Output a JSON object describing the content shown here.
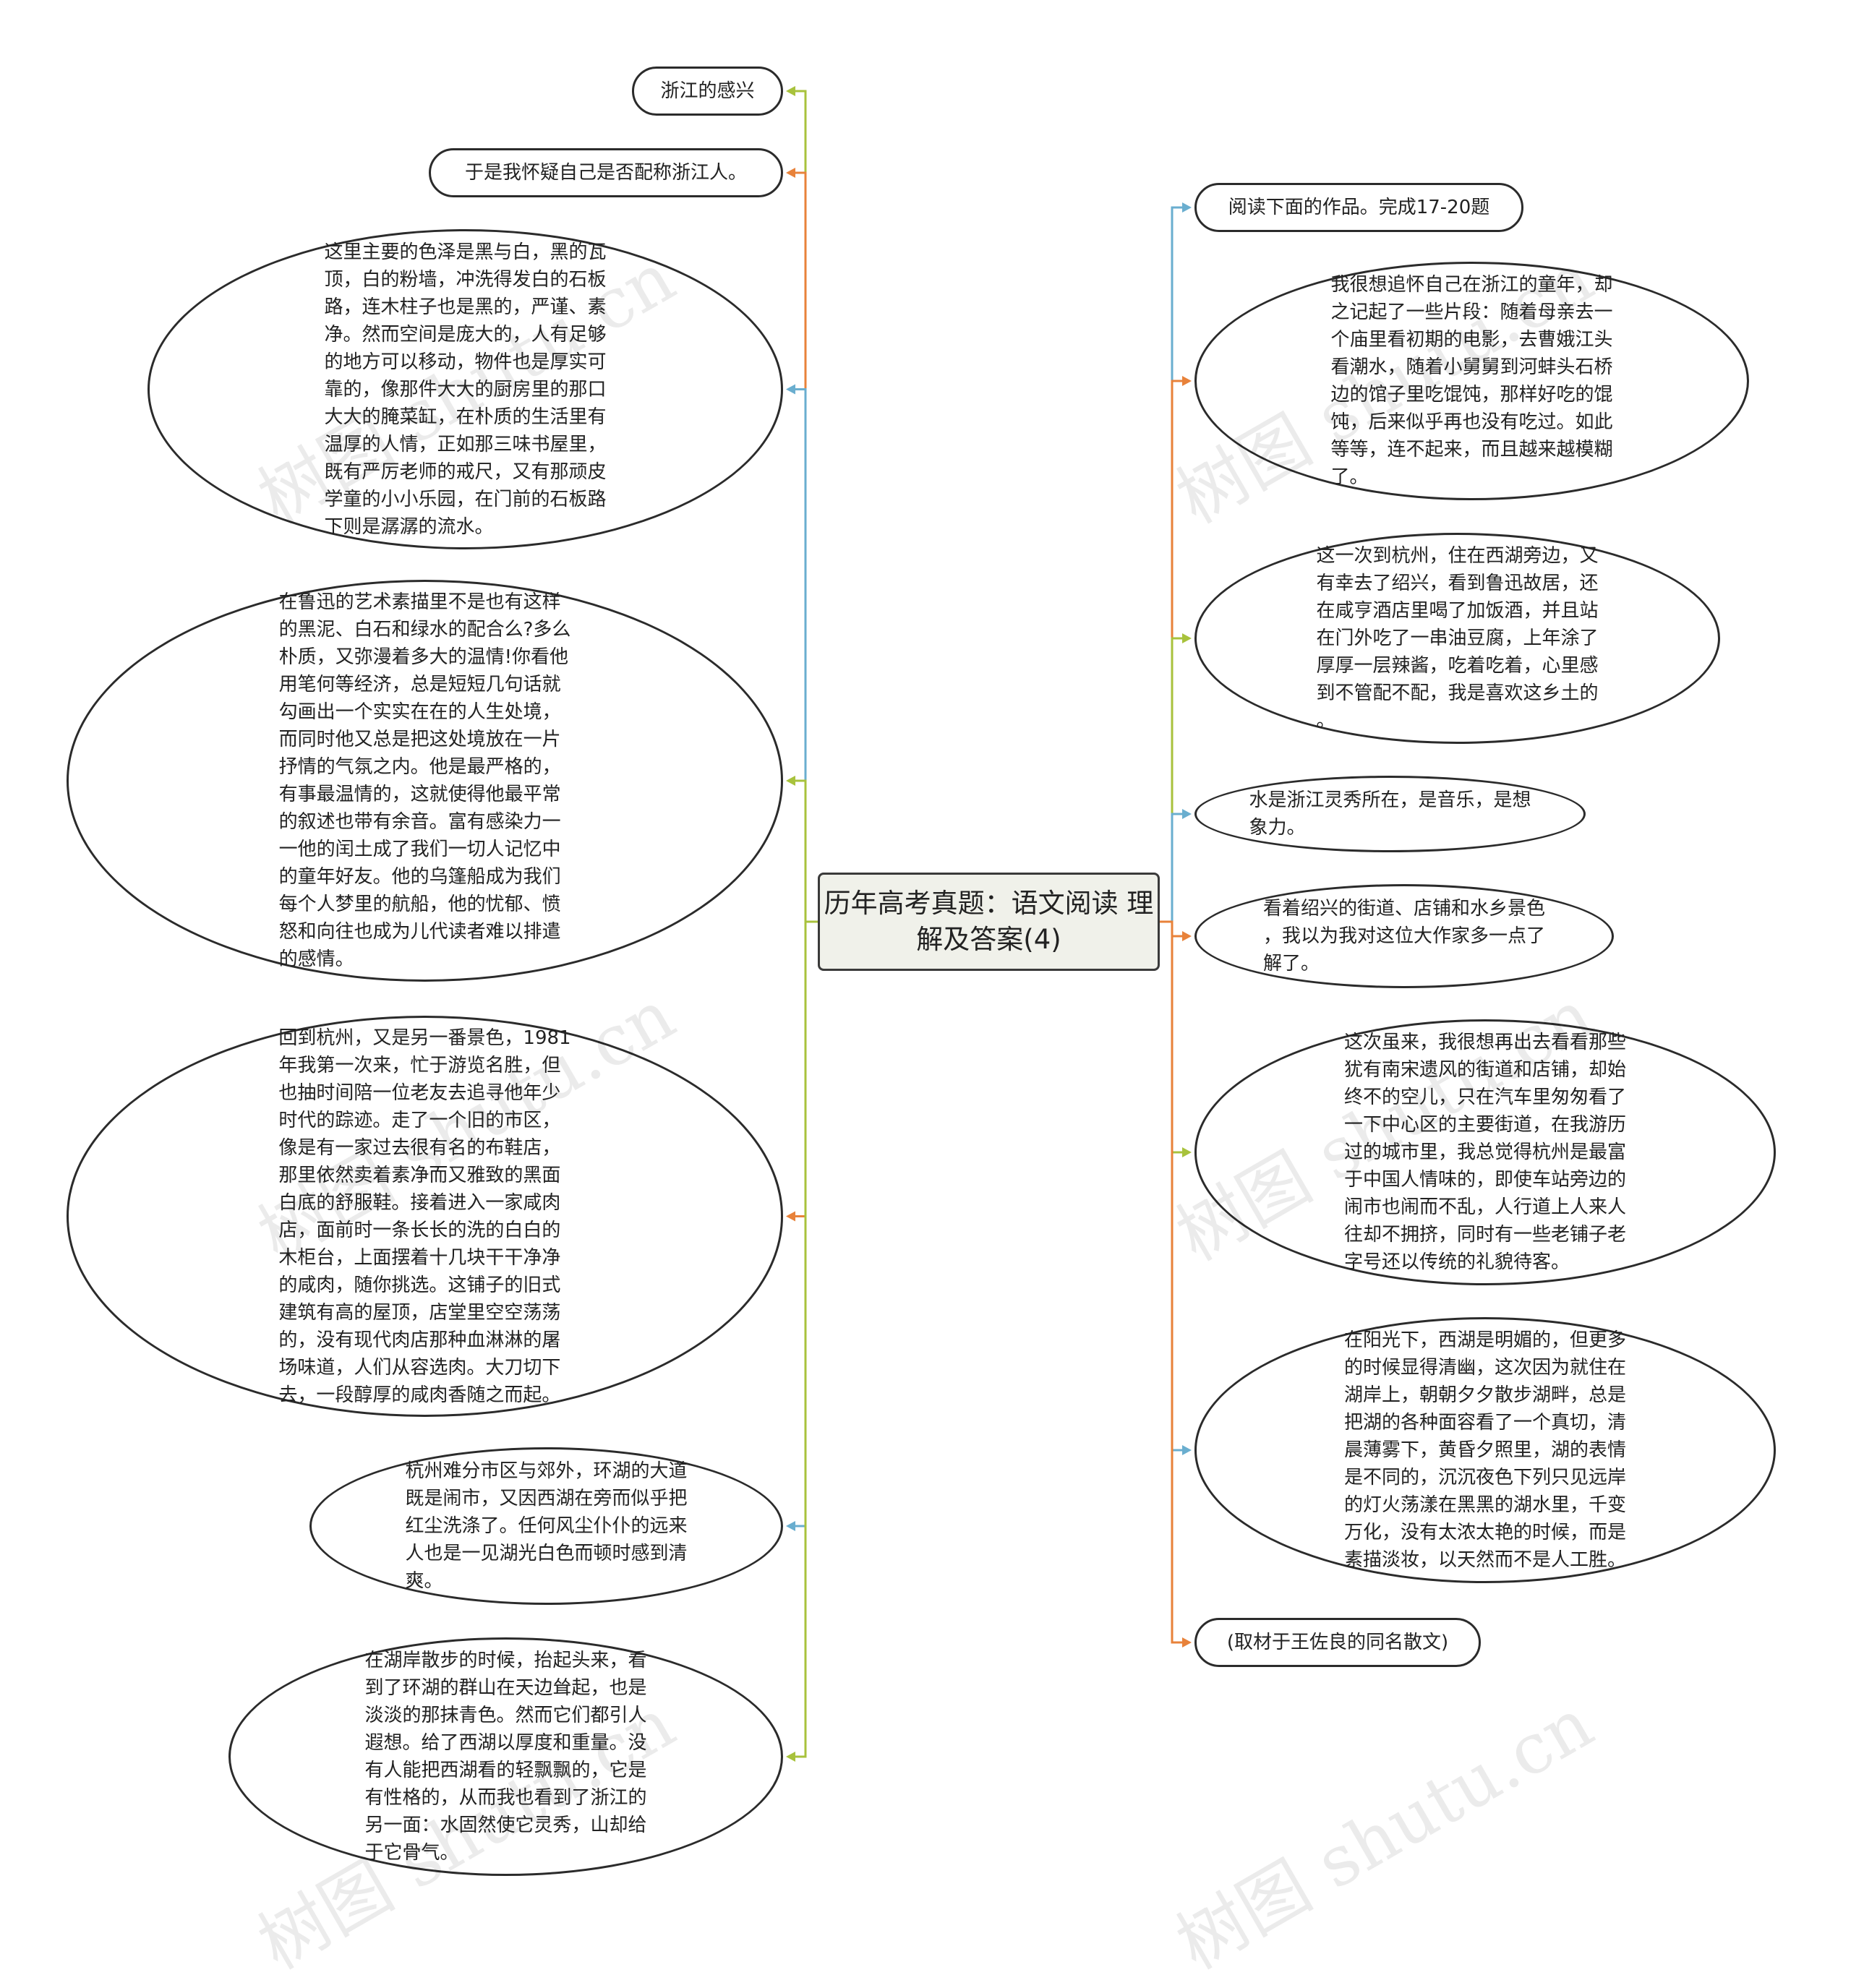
{
  "center": {
    "title": "历年高考真题：语文阅读\n理解及答案(4)"
  },
  "colors": {
    "green": "#a8c23c",
    "orange": "#e8823a",
    "blue": "#6aaecf",
    "center_fill": "#f0f1ea",
    "border": "#2b2b2b"
  },
  "left_nodes": [
    {
      "text": "浙江的感兴",
      "color": "green"
    },
    {
      "text": "于是我怀疑自己是否配称浙江人。",
      "color": "orange"
    },
    {
      "text": "这里主要的色泽是黑与白，黑的瓦\n顶，白的粉墙，冲洗得发白的石板\n路，连木柱子也是黑的，严谨、素\n净。然而空间是庞大的，人有足够\n的地方可以移动，物件也是厚实可\n靠的，像那件大大的厨房里的那口\n大大的腌菜缸，在朴质的生活里有\n温厚的人情，正如那三味书屋里，\n既有严厉老师的戒尺，又有那顽皮\n学童的小小乐园，在门前的石板路\n下则是潺潺的流水。",
      "color": "blue"
    },
    {
      "text": "在鲁迅的艺术素描里不是也有这样\n的黑泥、白石和绿水的配合么?多么\n朴质，又弥漫着多大的温情!你看他\n用笔何等经济，总是短短几句话就\n勾画出一个实实在在的人生处境，\n而同时他又总是把这处境放在一片\n抒情的气氛之内。他是最严格的，\n有事最温情的，这就使得他最平常\n的叙述也带有余音。富有感染力一\n一他的闰土成了我们一切人记忆中\n的童年好友。他的乌篷船成为我们\n每个人梦里的航船，他的忧郁、愤\n怒和向往也成为儿代读者难以排遣\n的感情。",
      "color": "green"
    },
    {
      "text": "回到杭州，又是另一番景色，1981\n年我第一次来，忙于游览名胜，但\n也抽时间陪一位老友去追寻他年少\n时代的踪迹。走了一个旧的市区，\n像是有一家过去很有名的布鞋店，\n那里依然卖着素净而又雅致的黑面\n白底的舒服鞋。接着进入一家咸肉\n店，面前时一条长长的洗的白白的\n木柜台，上面摆着十几块干干净净\n的咸肉，随你挑选。这铺子的旧式\n建筑有高的屋顶，店堂里空空荡荡\n的，没有现代肉店那种血淋淋的屠\n场味道，人们从容选肉。大刀切下\n去，一段醇厚的咸肉香随之而起。",
      "color": "orange"
    },
    {
      "text": "杭州难分市区与郊外，环湖的大道\n既是闹市，又因西湖在旁而似乎把\n红尘洗涤了。任何风尘仆仆的远来\n人也是一见湖光白色而顿时感到清\n爽。",
      "color": "blue"
    },
    {
      "text": "在湖岸散步的时候，抬起头来，看\n到了环湖的群山在天边耸起，也是\n淡淡的那抹青色。然而它们都引人\n遐想。给了西湖以厚度和重量。没\n有人能把西湖看的轻飘飘的，它是\n有性格的，从而我也看到了浙江的\n另一面：水固然使它灵秀，山却给\n于它骨气。",
      "color": "green"
    }
  ],
  "right_nodes": [
    {
      "text": "阅读下面的作品。完成17-20题",
      "color": "blue"
    },
    {
      "text": "我很想追怀自己在浙江的童年，却\n之记起了一些片段：随着母亲去一\n个庙里看初期的电影，去曹娥江头\n看潮水，随着小舅舅到河蚌头石桥\n边的馆子里吃馄饨，那样好吃的馄\n饨，后来似乎再也没有吃过。如此\n等等，连不起来，而且越来越模糊\n了。",
      "color": "orange"
    },
    {
      "text": "这一次到杭州，住在西湖旁边，又\n有幸去了绍兴，看到鲁迅故居，还\n在咸亨酒店里喝了加饭酒，并且站\n在门外吃了一串油豆腐，上年涂了\n厚厚一层辣酱，吃着吃着，心里感\n到不管配不配，我是喜欢这乡土的\n。",
      "color": "green"
    },
    {
      "text": "水是浙江灵秀所在，是音乐，是想\n象力。",
      "color": "blue"
    },
    {
      "text": "看着绍兴的街道、店铺和水乡景色\n，我以为我对这位大作家多一点了\n解了。",
      "color": "orange"
    },
    {
      "text": "这次虽来，我很想再出去看看那些\n犹有南宋遗风的街道和店铺，却始\n终不的空儿，只在汽车里匆匆看了\n一下中心区的主要街道，在我游历\n过的城市里，我总觉得杭州是最富\n于中国人情味的，即使车站旁边的\n闹市也闹而不乱，人行道上人来人\n往却不拥挤，同时有一些老铺子老\n字号还以传统的礼貌待客。",
      "color": "green"
    },
    {
      "text": "在阳光下，西湖是明媚的，但更多\n的时候显得清幽，这次因为就住在\n湖岸上，朝朝夕夕散步湖畔，总是\n把湖的各种面容看了一个真切，清\n晨薄雾下，黄昏夕照里，湖的表情\n是不同的，沉沉夜色下列只见远岸\n的灯火荡漾在黑黑的湖水里，千变\n万化，没有太浓太艳的时候，而是\n素描淡妆，以天然而不是人工胜。",
      "color": "blue"
    },
    {
      "text": "(取材于王佐良的同名散文)",
      "color": "orange"
    }
  ],
  "watermark": "树图 shutu.cn"
}
